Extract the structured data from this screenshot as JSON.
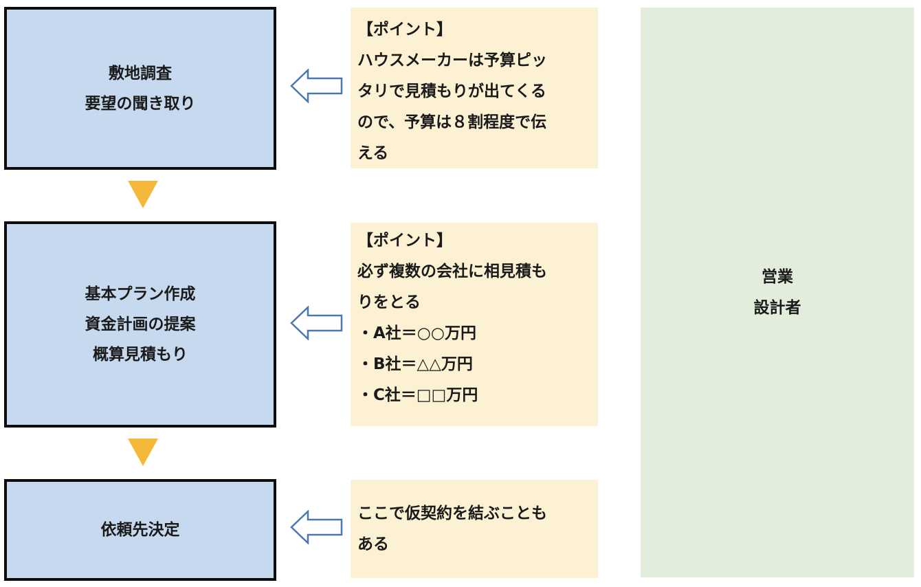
{
  "steps": [
    {
      "lines": [
        "敷地調査",
        "要望の聞き取り"
      ]
    },
    {
      "lines": [
        "基本プラン作成",
        "資金計画の提案",
        "概算見積もり"
      ]
    },
    {
      "lines": [
        "依頼先決定"
      ]
    }
  ],
  "notes": [
    {
      "lines": [
        "【ポイント】",
        "ハウスメーカーは予算ピッ",
        "タリで見積もりが出てくる",
        "ので、予算は８割程度で伝",
        "える"
      ]
    },
    {
      "lines": [
        "【ポイント】",
        "必ず複数の会社に相見積も",
        "りをとる",
        "・A社＝○○万円",
        "・B社＝△△万円",
        "・C社＝□□万円"
      ]
    },
    {
      "lines": [
        "ここで仮契約を結ぶことも",
        "ある"
      ]
    }
  ],
  "roles": {
    "lines": [
      "営業",
      "設計者"
    ]
  },
  "colors": {
    "step_fill": "#c6d9ef",
    "step_border": "#0d0d0d",
    "note_fill": "#fdf1d3",
    "roles_fill": "#e2eedb",
    "flow_arrow": "#f4b93a",
    "pointer_arrow": "#4a78b0"
  }
}
